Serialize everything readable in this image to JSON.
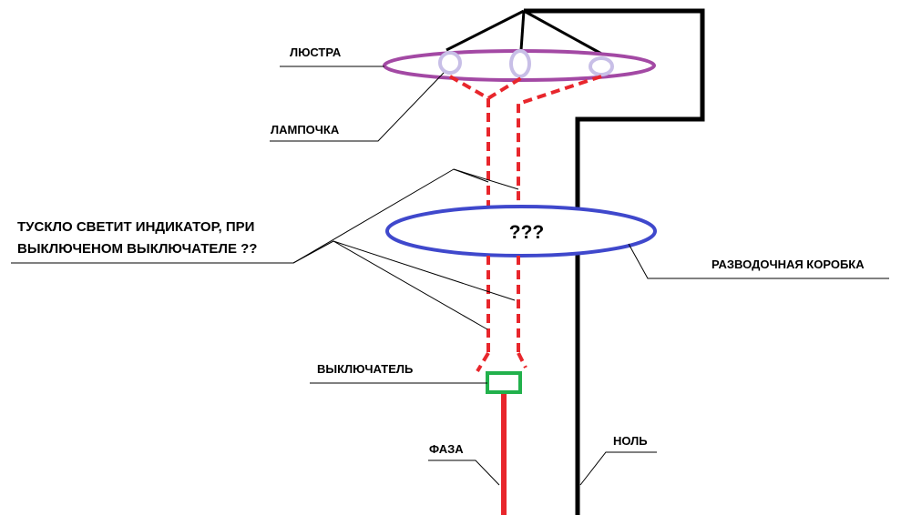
{
  "labels": {
    "chandelier": "ЛЮСТРА",
    "bulb": "ЛАМПОЧКА",
    "question_line1": "ТУСКЛО СВЕТИТ ИНДИКАТОР, ПРИ",
    "question_line2": "ВЫКЛЮЧЕНОМ ВЫКЛЮЧАТЕЛЕ ??",
    "junction_box": "РАЗВОДОЧНАЯ КОРОБКА",
    "junction_box_mark": "???",
    "switch": "ВЫКЛЮЧАТЕЛЬ",
    "phase": "ФАЗА",
    "neutral": "НОЛЬ"
  },
  "colors": {
    "phase_wire": "#e8262c",
    "neutral_wire": "#000000",
    "chandelier_ring": "#a349a4",
    "bulb_ring": "#c8bfe7",
    "junction_box": "#3f48cc",
    "switch_box": "#22b14c",
    "leader_line": "#000000"
  }
}
